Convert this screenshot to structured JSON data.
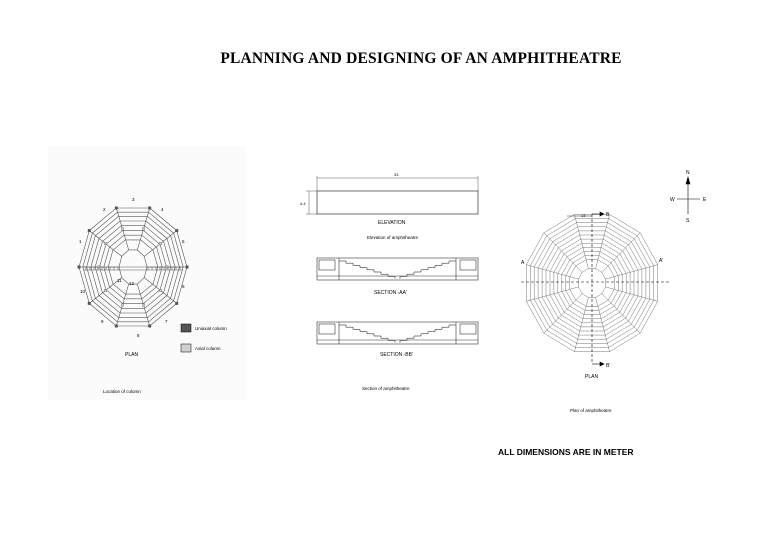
{
  "title": "PLANNING AND DESIGNING OF AN AMPHITHEATRE",
  "footer_note": "ALL DIMENSIONS ARE IN METER",
  "left_panel": {
    "plan_label": "PLAN",
    "caption": "Location of column",
    "side_labels": [
      "1",
      "2",
      "3",
      "4",
      "5",
      "6",
      "7",
      "8",
      "9",
      "10",
      "11",
      "12"
    ],
    "center_label": "12",
    "legend": [
      {
        "label": "Uniaxial column",
        "color": "#555555"
      },
      {
        "label": "Axial column",
        "color": "#d0d0d0"
      }
    ]
  },
  "middle_panel": {
    "elevation_label": "ELEVATION",
    "elevation_caption": "Elevation of amphitheatre",
    "elevation_width_dim": "33",
    "elevation_height_dim": "4.4",
    "section_aa_label": "SECTION -AA'",
    "section_bb_label": "SECTION -BB'",
    "section_caption": "Section of amphitheatre"
  },
  "right_panel": {
    "plan_label": "PLAN",
    "caption": "Plan of amphitheatre",
    "section_marks": {
      "b_top": "B",
      "b_bottom": "B'",
      "a_left": "A",
      "a_right": "A'"
    },
    "dim_top": "13"
  },
  "compass": {
    "n": "N",
    "s": "S",
    "e": "E",
    "w": "W"
  }
}
